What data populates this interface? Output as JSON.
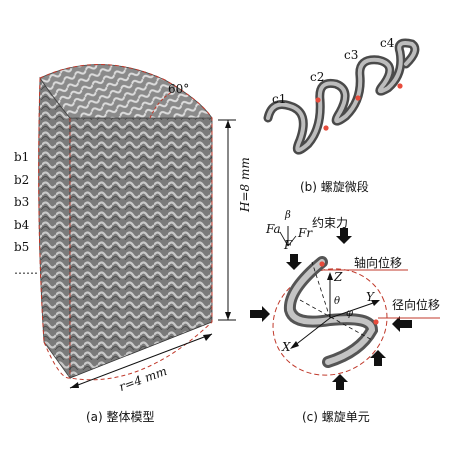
{
  "panel_a": {
    "caption": "(a) 整体模型",
    "angle": "60°",
    "height_label": "H=8 mm",
    "radius_label": "r=4 mm",
    "b_labels": [
      "b1",
      "b2",
      "b3",
      "b4",
      "b5",
      "……"
    ]
  },
  "panel_b": {
    "caption": "(b) 螺旋微段",
    "c_labels": [
      "c1",
      "c2",
      "c3",
      "c4"
    ]
  },
  "panel_c": {
    "caption": "(c) 螺旋单元",
    "constraint_force": "约束力",
    "axial_disp": "轴向位移",
    "radial_disp": "径向位移",
    "Fa": "Fa",
    "F": "F",
    "Fr": "Fr",
    "Z": "Z",
    "Y": "Y",
    "X": "X",
    "theta": "θ",
    "phi": "φ",
    "beta": "β"
  }
}
